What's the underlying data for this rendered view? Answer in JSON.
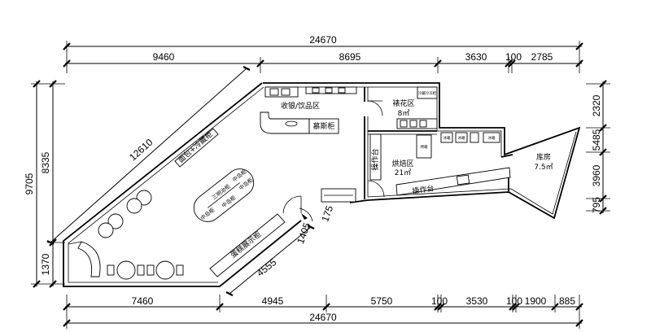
{
  "dimensions": {
    "top_total": "24670",
    "top_segments": [
      "9460",
      "8695",
      "3630",
      "100",
      "2785"
    ],
    "bottom_total": "24670",
    "bottom_segments": [
      "7460",
      "4945",
      "5750",
      "100",
      "3530",
      "100",
      "1900",
      "885"
    ],
    "left_outer": "9705",
    "left_inner": "8335",
    "left_lower": "1370",
    "right_segments": [
      "2320",
      "5485",
      "3960",
      "795"
    ],
    "diag_long": "12610",
    "diag_short": "4555",
    "entrance_a": "1405",
    "entrance_b": "175"
  },
  "rooms": {
    "cashier": "收银/饮品区",
    "mousse_cabinet": "慕斯柜",
    "decorating": "裱花区",
    "decorating_area": "8㎡",
    "baking": "烘焙区",
    "baking_area": "21㎡",
    "storage": "库房",
    "storage_area": "7.5㎡",
    "work_table_top": "操作台",
    "work_table_left": "操作台",
    "bread_cabinet_wall": "面包+冷藏柜",
    "cake_display": "蛋糕展示柜",
    "sandwich_cabinet": "三明治柜",
    "middle_island_1": "中岛柜",
    "middle_island_2": "中岛柜",
    "middle_island_3": "中岛柜",
    "middle_island_4": "中岛柜",
    "fridge_tag": "冷藏冷冻柜",
    "oven_tag": "烤箱",
    "small_tags": [
      "冰箱",
      "冰箱",
      "冰箱"
    ]
  }
}
